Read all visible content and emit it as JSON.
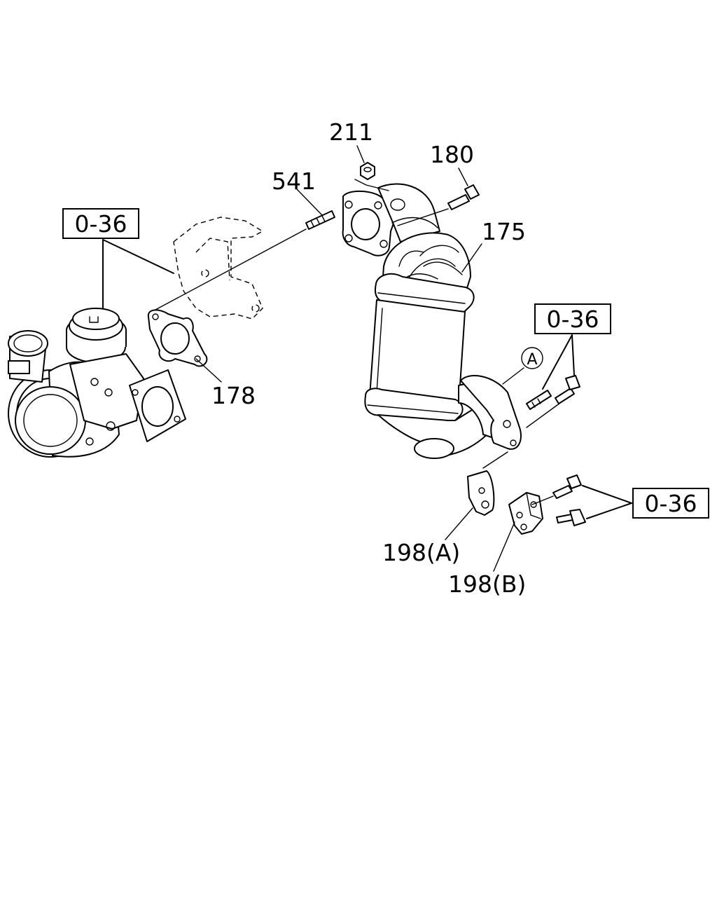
{
  "callouts": {
    "p211": "211",
    "p180": "180",
    "p541": "541",
    "p175": "175",
    "p178": "178",
    "p198a": "198(A)",
    "p198b": "198(B)",
    "ref_a": "A"
  },
  "ref_boxes": {
    "left": "0-36",
    "right_upper": "0-36",
    "right_lower": "0-36"
  },
  "icons": [
    "turbocharger",
    "heat-shield",
    "gasket",
    "stud",
    "nut",
    "bolt",
    "catalytic-converter",
    "bracket"
  ]
}
